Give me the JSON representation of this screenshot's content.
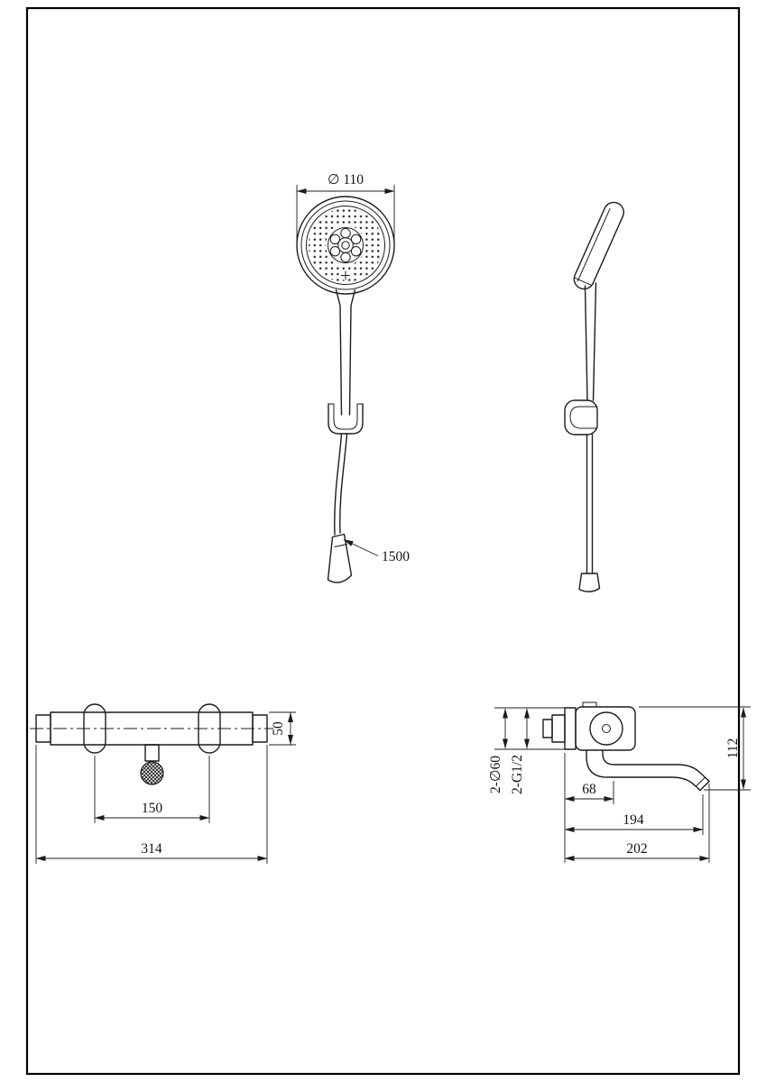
{
  "sheet": {
    "background": "#ffffff",
    "line_color": "#1c1c1c",
    "frame_color": "#000000",
    "content": "technical dimensional drawing of shower set: hand shower with hose (front and side views) and thermostatic bath mixer (front and side views)"
  },
  "dimensions": {
    "head_diameter": "∅ 110",
    "hose_length": "1500",
    "bar_diameter": "50",
    "union_spacing": "150",
    "bar_length": "314",
    "wall_flanges": "2-∅60",
    "wall_threads": "2-G1/2",
    "wall_to_outlet": "68",
    "body_height": "112",
    "spout_reach": "194",
    "overall_depth": "202"
  }
}
